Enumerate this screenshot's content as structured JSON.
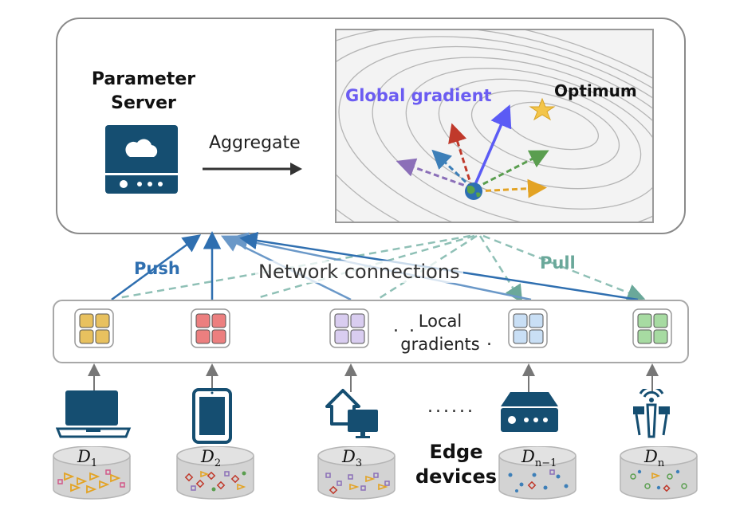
{
  "server": {
    "title_line1": "Parameter",
    "title_line2": "Server",
    "aggregate_label": "Aggregate"
  },
  "contour_plot": {
    "global_gradient_label": "Global gradient",
    "optimum_label": "Optimum",
    "arrow_colors": [
      "#8b6fb8",
      "#3d7fb8",
      "#c0392b",
      "#5a9e4f",
      "#e3a324",
      "#5b5bf5"
    ]
  },
  "network": {
    "push_label": "Push",
    "pull_label": "Pull",
    "connections_label": "Network connections",
    "push_color": "#2f6fb0",
    "pull_color": "#6aa89a"
  },
  "gradients": {
    "label_line1": "Local",
    "label_line2": "gradients",
    "ellipsis": ". .",
    "ellipsis_right": ". .",
    "tile_colors": [
      "#e8c15f",
      "#ec7f7f",
      "#d9cdf0",
      "#c9dff5",
      "#a7dba2"
    ]
  },
  "devices": {
    "icons": [
      "laptop-icon",
      "tablet-icon",
      "smart-home-icon",
      "router-icon",
      "cell-tower-icon"
    ],
    "datasets": [
      {
        "symbol": "D",
        "sub": "1"
      },
      {
        "symbol": "D",
        "sub": "2"
      },
      {
        "symbol": "D",
        "sub": "3"
      },
      {
        "symbol": "D",
        "sub": "n−1"
      },
      {
        "symbol": "D",
        "sub": "n"
      }
    ],
    "ellipsis": "......",
    "edge_label_line1": "Edge",
    "edge_label_line2": "devices"
  }
}
